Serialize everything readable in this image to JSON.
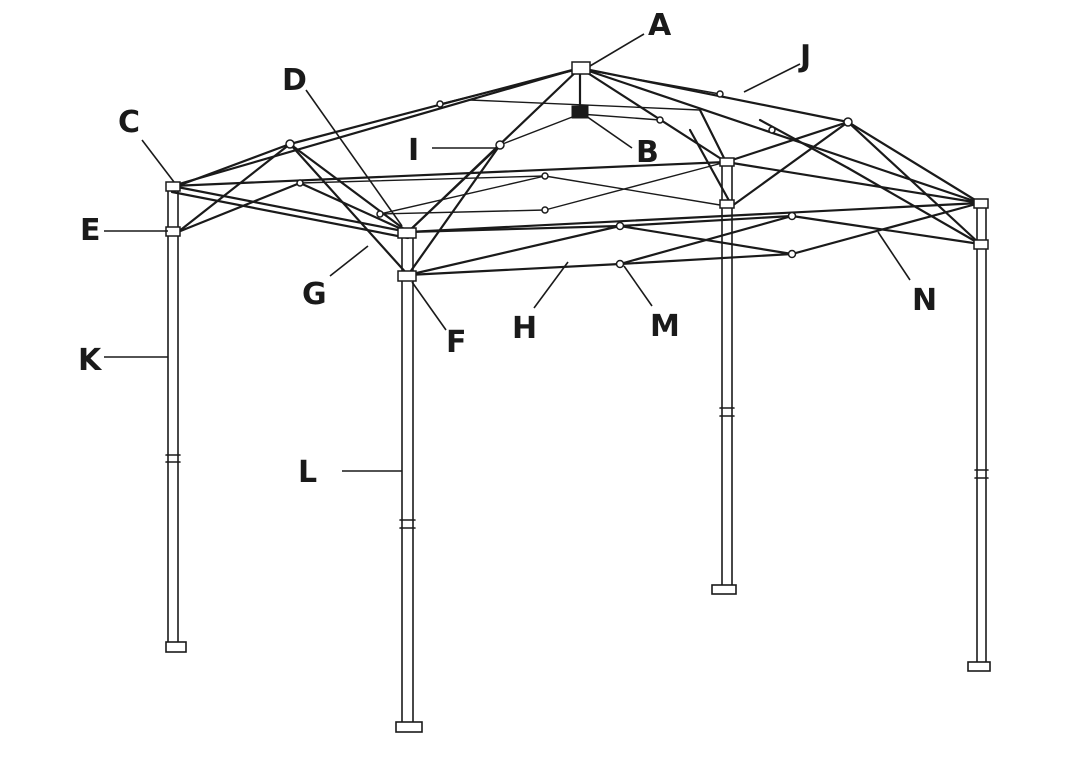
{
  "diagram": {
    "labels": {
      "A": "A",
      "B": "B",
      "C": "C",
      "D": "D",
      "E": "E",
      "F": "F",
      "G": "G",
      "H": "H",
      "I": "I",
      "J": "J",
      "K": "K",
      "L": "L",
      "M": "M",
      "N": "N"
    }
  }
}
